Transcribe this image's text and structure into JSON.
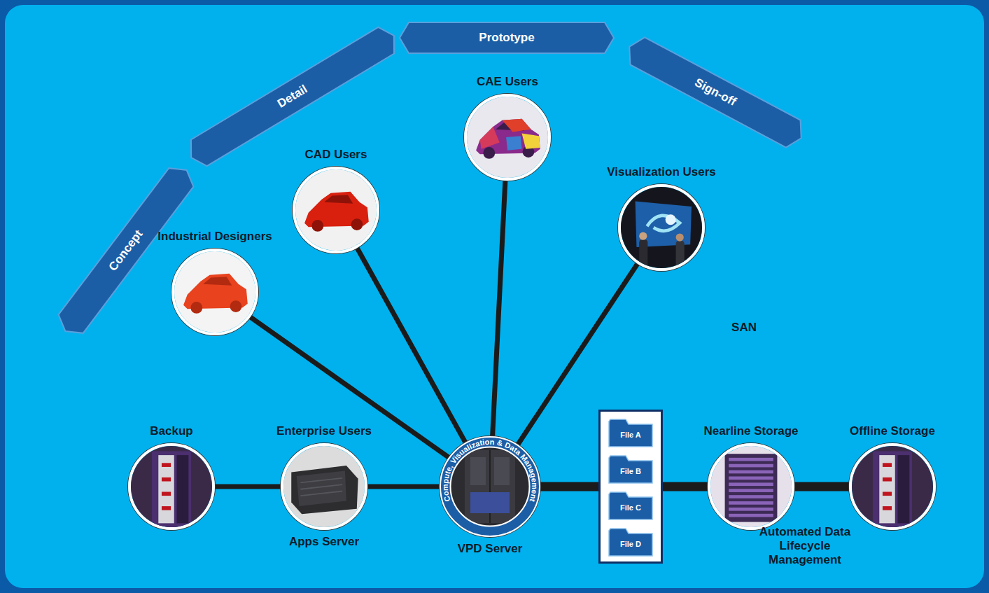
{
  "diagram": {
    "nodes": [
      {
        "text": [
          "Prototype"
        ]
      },
      {
        "text": [
          "Detail"
        ]
      },
      {
        "text": [
          "Sign-off"
        ]
      },
      {
        "text": [
          "Concept"
        ]
      },
      {
        "text": [
          "CAE Users"
        ]
      },
      {
        "text": [
          "CAD Users"
        ]
      },
      {
        "text": [
          "Visualization Users"
        ]
      },
      {
        "text": [
          "Industrial Designers"
        ]
      },
      {
        "text": [
          "Backup"
        ]
      },
      {
        "text": [
          "Enterprise Users",
          "Apps Server"
        ]
      },
      {
        "text": [
          "Compute, Visualization & Data Management",
          "VPD Server"
        ]
      },
      {
        "text": []
      },
      {
        "text": [
          "File A"
        ],
        "in": 11
      },
      {
        "text": [
          "File B"
        ],
        "in": 11
      },
      {
        "text": [
          "File C"
        ],
        "in": 11
      },
      {
        "text": [
          "File D"
        ],
        "in": 11
      },
      {
        "text": [
          "Nearline Storage"
        ]
      },
      {
        "text": [
          "Offline Storage"
        ]
      }
    ],
    "edges": [
      {
        "from": 7,
        "to": 10,
        "arrow": "none"
      },
      {
        "from": 5,
        "to": 10,
        "arrow": "none"
      },
      {
        "from": 4,
        "to": 10,
        "arrow": "none"
      },
      {
        "from": 6,
        "to": 10,
        "arrow": "none"
      },
      {
        "from": 8,
        "to": 9,
        "arrow": "none"
      },
      {
        "from": 9,
        "to": 10,
        "arrow": "none"
      },
      {
        "from": 10,
        "to": 11,
        "arrow": "none"
      },
      {
        "from": 11,
        "to": 16,
        "arrow": "none"
      },
      {
        "from": 16,
        "to": 17,
        "arrow": "none"
      }
    ],
    "labels": [
      "SAN",
      "Automated Data Lifecycle Management"
    ]
  }
}
